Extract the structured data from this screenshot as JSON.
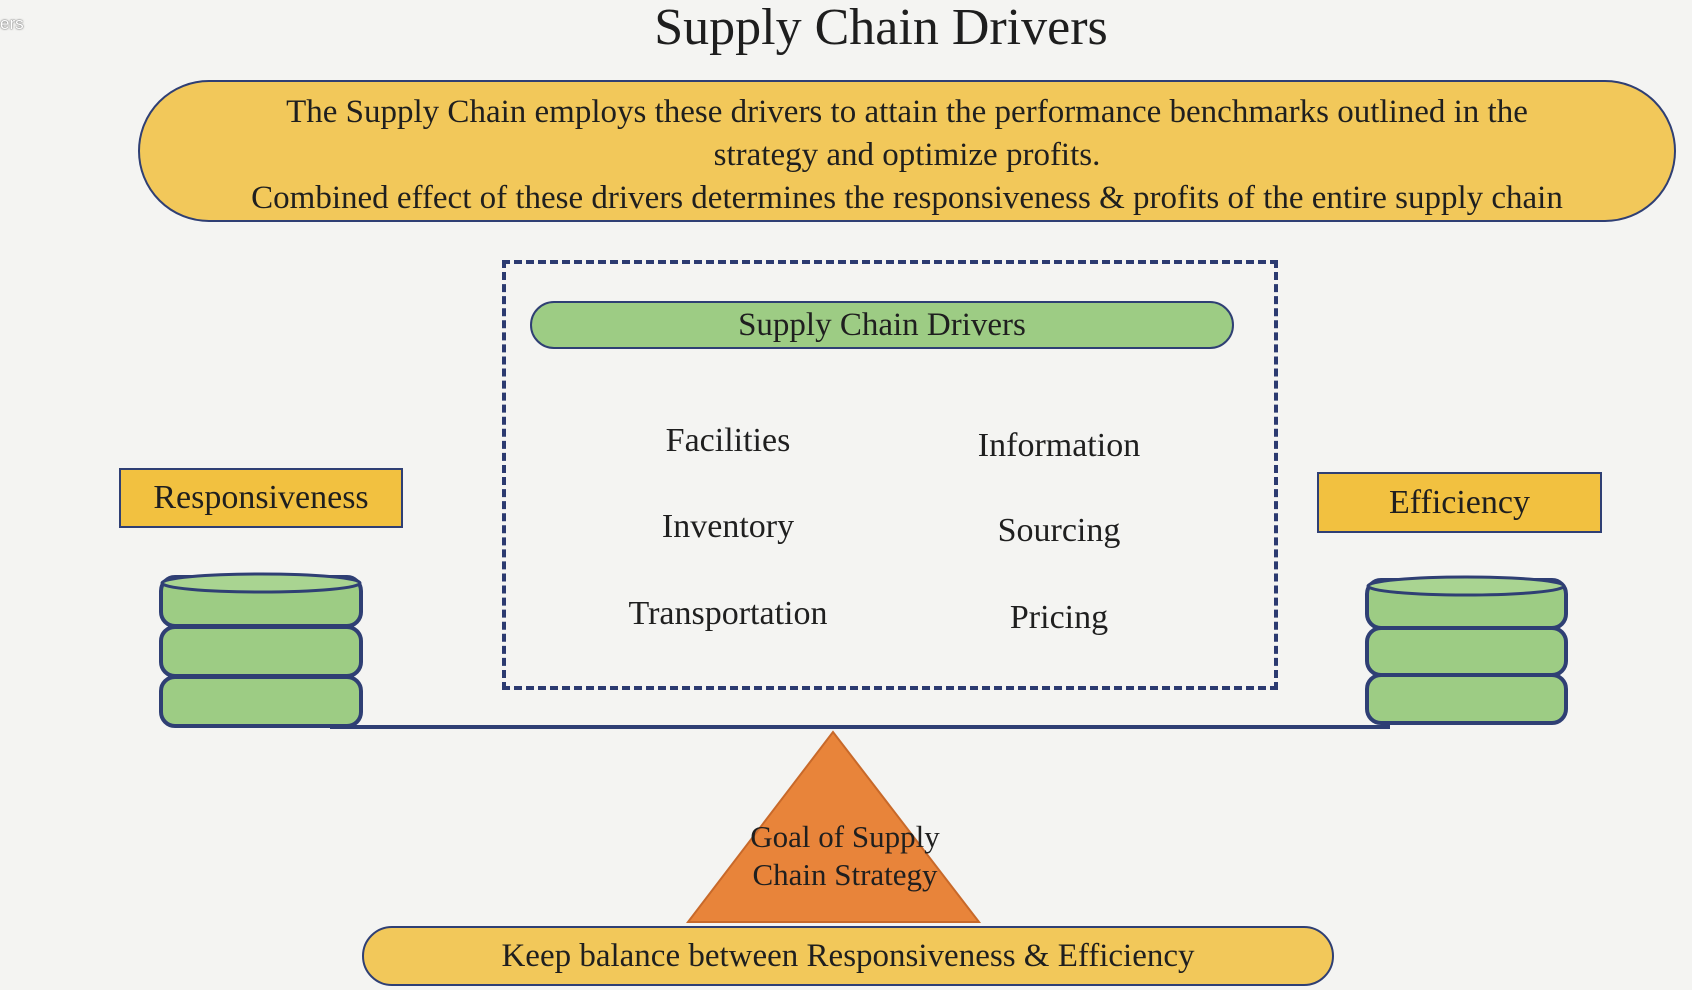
{
  "corner_label": "ers",
  "title": "Supply Chain Drivers",
  "intro": {
    "line1": "The Supply Chain employs these drivers to attain the performance benchmarks outlined in the",
    "line2": "strategy and optimize profits.",
    "line3": "Combined effect of these drivers determines the responsiveness & profits of the entire supply chain"
  },
  "drivers": {
    "header": "Supply Chain Drivers",
    "left": [
      "Facilities",
      "Inventory",
      "Transportation"
    ],
    "right": [
      "Information",
      "Sourcing",
      "Pricing"
    ]
  },
  "balance": {
    "left_label": "Responsiveness",
    "right_label": "Efficiency",
    "fulcrum_line1": "Goal of Supply",
    "fulcrum_line2": "Chain Strategy"
  },
  "footer": "Keep balance between Responsiveness & Efficiency",
  "colors": {
    "pill_fill": "#f2c85a",
    "label_fill": "#f2c140",
    "green_fill": "#9dcc84",
    "outline": "#2f3f74",
    "triangle_fill": "#e8843a"
  }
}
